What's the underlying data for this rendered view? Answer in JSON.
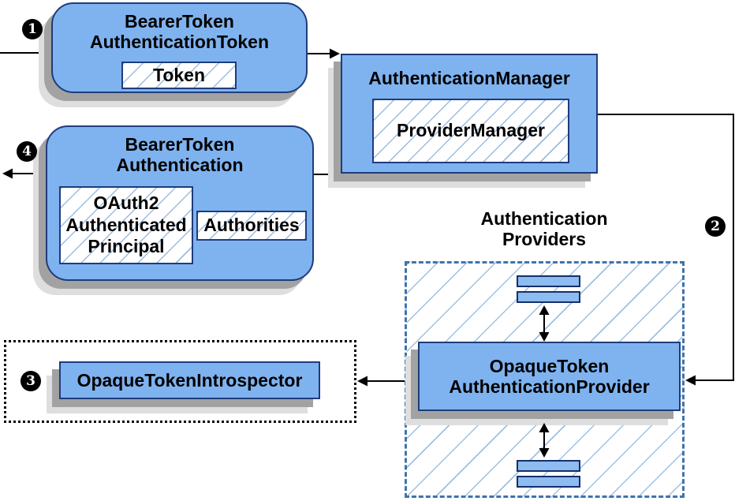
{
  "diagram": {
    "steps": {
      "s1": "1",
      "s2": "2",
      "s3": "3",
      "s4": "4"
    },
    "nodes": {
      "bearer_token_authentication_token": {
        "title": "BearerToken\nAuthenticationToken",
        "token": "Token"
      },
      "authentication_manager": {
        "title": "AuthenticationManager",
        "provider_manager": "ProviderManager"
      },
      "bearer_token_authentication": {
        "title": "BearerToken\nAuthentication",
        "oauth2_principal": "OAuth2\nAuthenticated\nPrincipal",
        "authorities": "Authorities"
      },
      "authentication_providers": {
        "title": "Authentication\nProviders",
        "opaque_token_authentication_provider": "OpaqueToken\nAuthenticationProvider"
      },
      "opaque_token_introspector": "OpaqueTokenIntrospector"
    },
    "colors": {
      "node_fill": "#7fb3f0",
      "node_border": "#1e3c7b",
      "hatch_line": "#7aa5d7",
      "container_border": "#3f74ab",
      "shadow_dark": "#a2a2a2",
      "shadow_light": "#dedede",
      "connector": "#000000",
      "badge_bg": "#000000",
      "badge_text": "#ffffff"
    }
  }
}
